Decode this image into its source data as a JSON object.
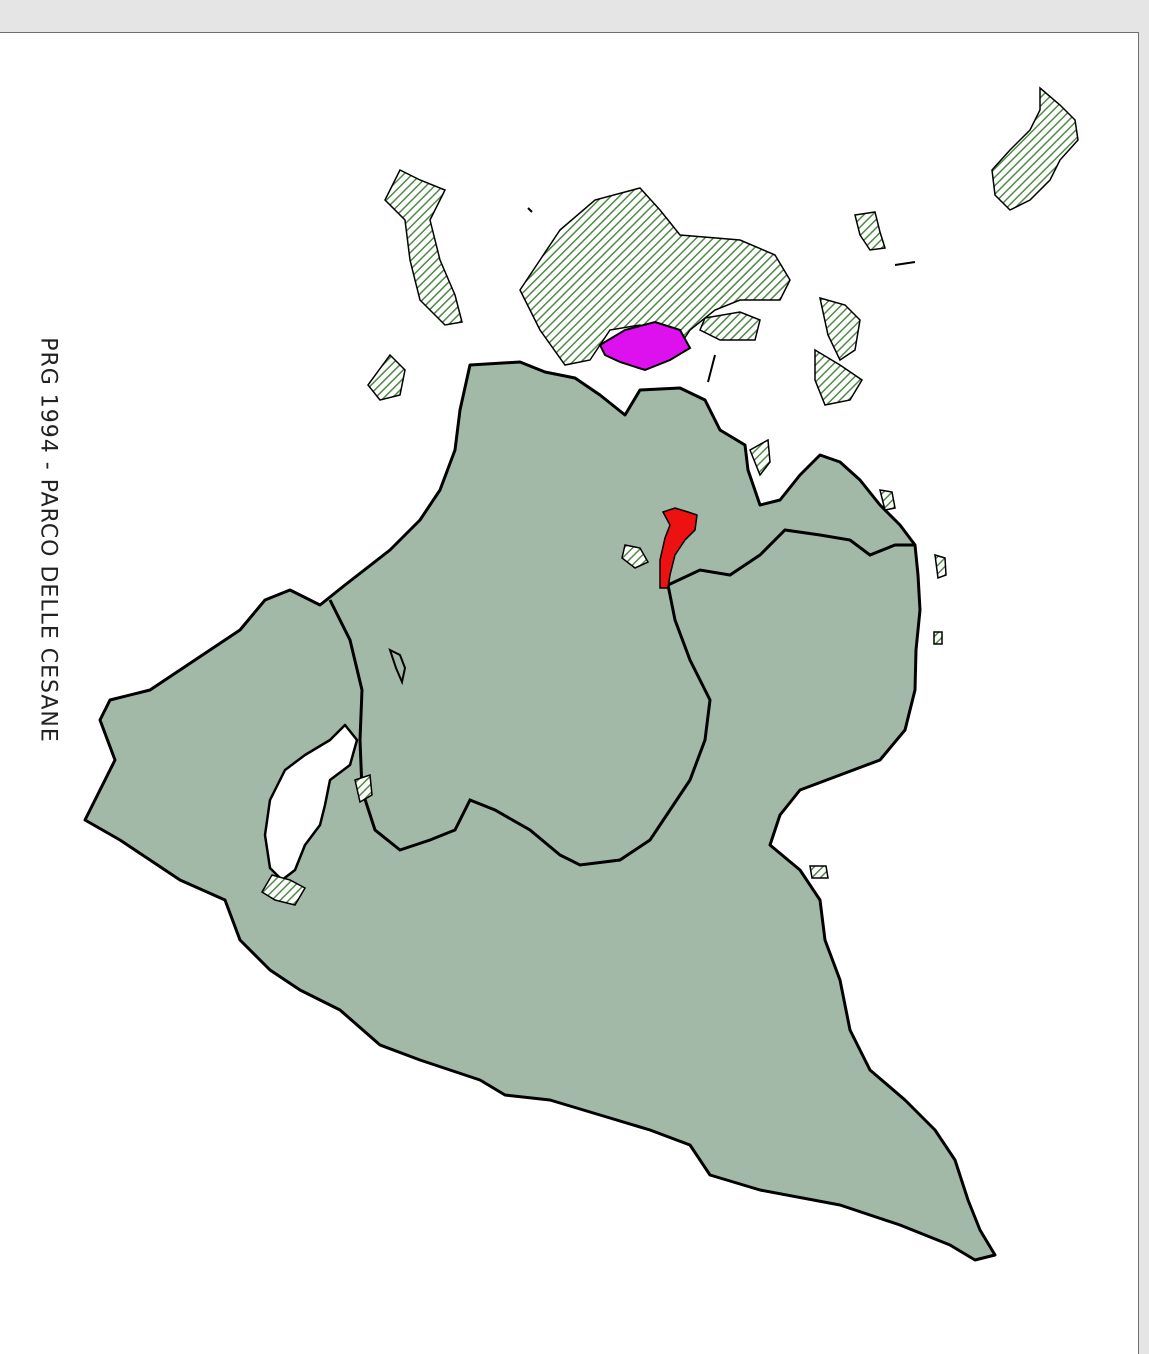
{
  "map": {
    "title": "PRG 1994 - PARCO DELLE CESANE"
  },
  "colors": {
    "territory_fill": "#a3b9a8",
    "boundary_stroke": "#000000",
    "hatch_green": "#4e8a44",
    "magenta_area": "#dd11ee",
    "red_area": "#ee1111",
    "page_background": "#ffffff",
    "viewer_background": "#e5e5e5"
  },
  "legend_features": [
    "municipal-territory",
    "park-hatched-areas",
    "magenta-zone",
    "red-zone"
  ]
}
